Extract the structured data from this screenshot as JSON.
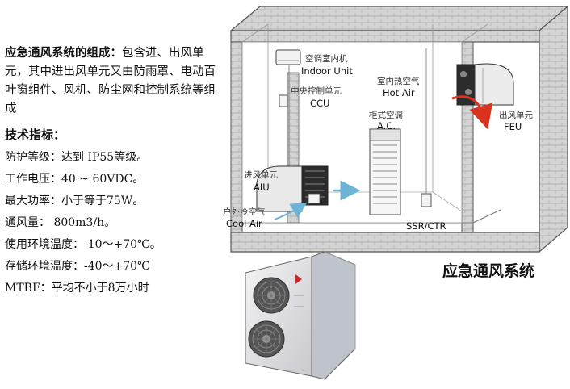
{
  "intro": {
    "heading": "应急通风系统的组成：",
    "body": "包含进、出风单元，其中进出风单元又由防雨罩、电动百叶窗组件、风机、防尘网和控制系统等组成"
  },
  "specs": {
    "title": "技术指标：",
    "items": [
      "防护等级：达到 IP55等级。",
      "工作电压：40 ~ 60VDC。",
      "最大功率：小于等于75W。",
      "通风量：  800m3/h。",
      "使用环境温度：-10～+70℃。",
      "存储环境温度：-40～+70℃",
      "MTBF：平均不小于8万小时"
    ]
  },
  "diagram": {
    "caption": "应急通风系统",
    "labels": {
      "indoor_cn": "空调室内机",
      "indoor_en": "Indoor Unit",
      "ccu_cn": "中央控制单元",
      "ccu_en": "CCU",
      "hot_cn": "室内热空气",
      "hot_en": "Hot Air",
      "feu_cn": "出风单元",
      "feu_en": "FEU",
      "ac_cn": "柜式空调",
      "ac_en": "A.C.",
      "aiu_cn": "进风单元",
      "aiu_en": "AIU",
      "cool_cn": "户外冷空气",
      "cool_en": "Cool Air",
      "ssr": "SSR/CTR"
    },
    "colors": {
      "hot_arrow": "#d9331f",
      "cool_arrow": "#6fb3d6",
      "wall": "#8a8a8a"
    }
  }
}
